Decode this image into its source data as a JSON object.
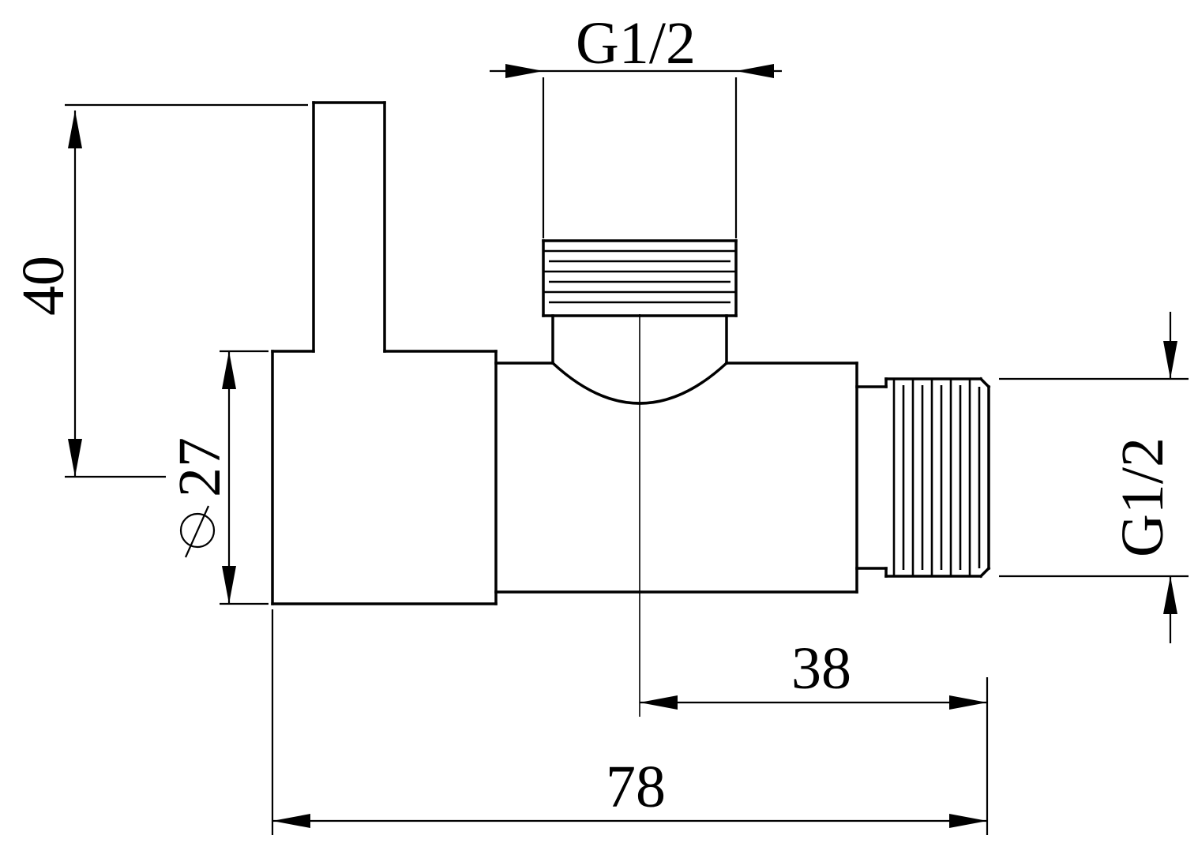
{
  "page": {
    "background_color": "#ffffff",
    "line_color": "#000000",
    "description": "Technical dimension drawing of an angle valve, side view"
  },
  "dimensions": {
    "top_thread": "G1/2",
    "handle_height": "40",
    "diameter_symbol": "⌀",
    "body_diameter": "27",
    "outlet_offset": "38",
    "overall_length": "78",
    "side_thread": "G1/2"
  }
}
